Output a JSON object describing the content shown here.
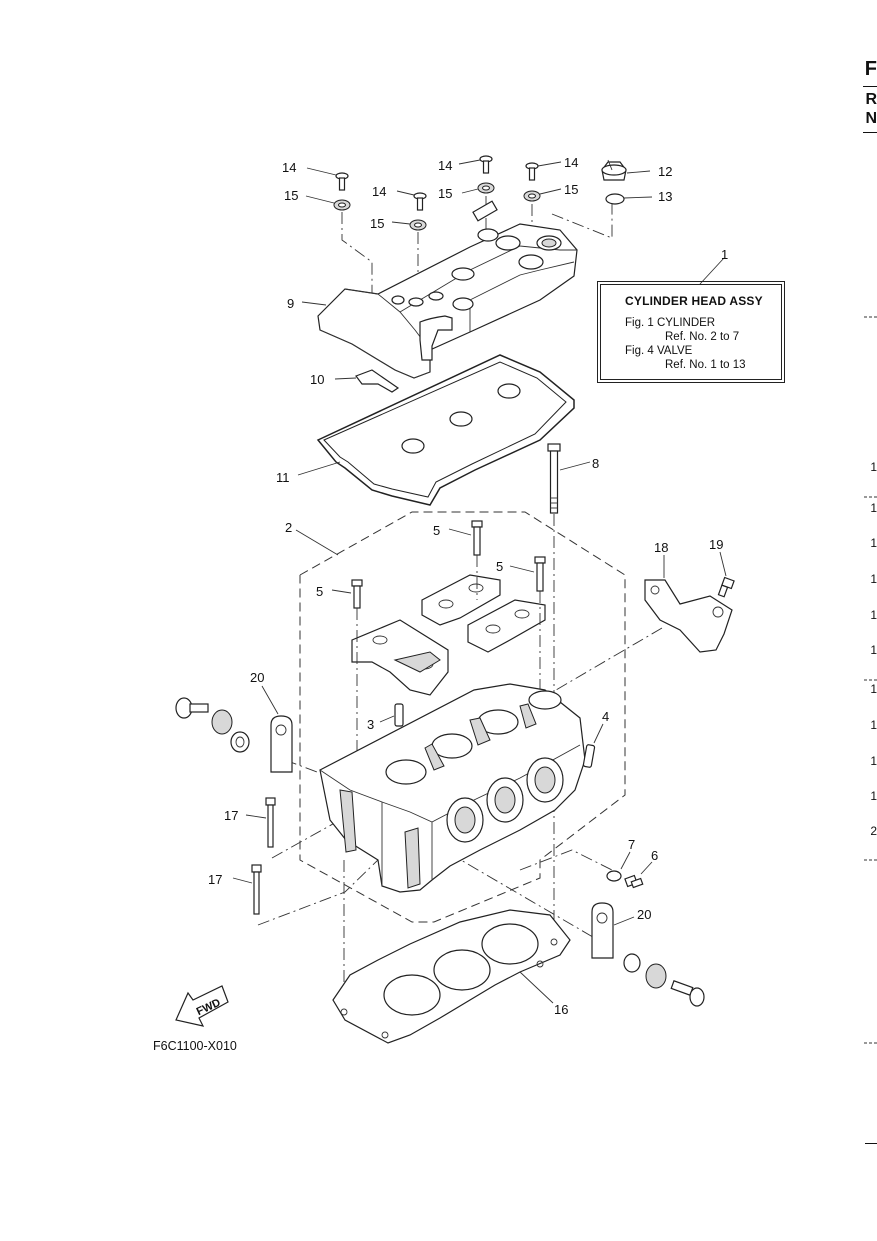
{
  "page_header": {
    "edge_letters": [
      "F",
      "R",
      "N"
    ]
  },
  "right_edge_numbers": [
    "1",
    "1",
    "1",
    "1",
    "1",
    "1",
    "1",
    "1",
    "1",
    "1",
    "2"
  ],
  "info_box": {
    "title": "CYLINDER HEAD ASSY",
    "fig1": "Fig. 1 CYLINDER",
    "fig1_ref": "Ref. No. 2 to 7",
    "fig4": "Fig. 4 VALVE",
    "fig4_ref": "Ref. No. 1 to 13"
  },
  "callouts": {
    "c1": "1",
    "c2": "2",
    "c3": "3",
    "c4": "4",
    "c5a": "5",
    "c5b": "5",
    "c5c": "5",
    "c6": "6",
    "c7": "7",
    "c8": "8",
    "c9": "9",
    "c10": "10",
    "c11": "11",
    "c12": "12",
    "c13": "13",
    "c14a": "14",
    "c14b": "14",
    "c14c": "14",
    "c14d": "14",
    "c15a": "15",
    "c15b": "15",
    "c15c": "15",
    "c15d": "15",
    "c16": "16",
    "c17a": "17",
    "c17b": "17",
    "c18": "18",
    "c19": "19",
    "c20a": "20",
    "c20b": "20"
  },
  "fwd_label": "FWD",
  "figure_code": "F6C1100-X010"
}
